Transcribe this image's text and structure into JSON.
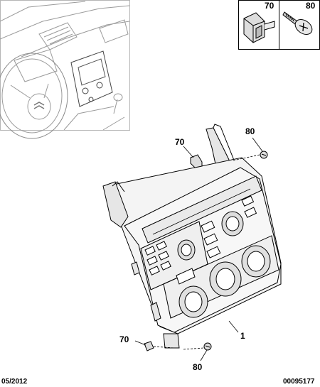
{
  "legend": {
    "items": [
      {
        "ref": "70",
        "icon": "clip-icon"
      },
      {
        "ref": "80",
        "icon": "screw-icon"
      }
    ]
  },
  "callouts": {
    "clip_upper": "70",
    "screw_upper": "80",
    "clip_lower": "70",
    "screw_lower": "80",
    "panel": "1"
  },
  "footer": {
    "date": "05/2012",
    "code": "00095177"
  },
  "colors": {
    "line": "#000000",
    "background": "#ffffff"
  }
}
